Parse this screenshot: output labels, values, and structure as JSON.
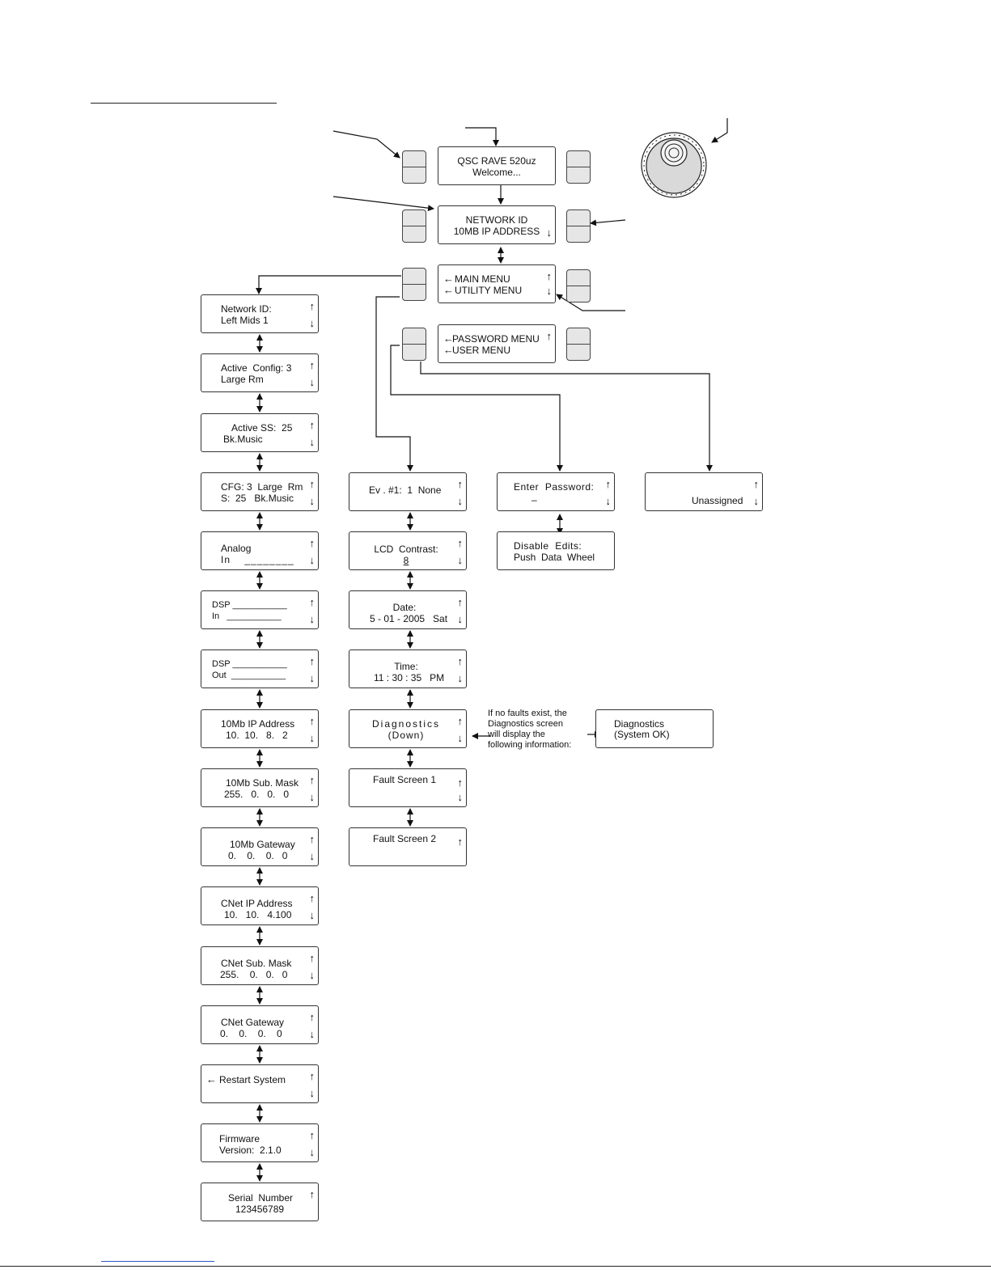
{
  "top": {
    "welcome": {
      "line1": "QSC RAVE 520uz",
      "line2": "Welcome..."
    },
    "network": {
      "line1": "NETWORK ID",
      "line2": "10MB IP ADDRESS",
      "down": "↓"
    },
    "menu": {
      "line1": "MAIN MENU",
      "line2": "UTILITY MENU",
      "up": "↑",
      "down": "↓"
    },
    "password_menu": {
      "line1": "PASSWORD MENU",
      "line2": "USER MENU",
      "up": "↑"
    }
  },
  "left_column": [
    {
      "line1": "Network ID:",
      "line2": "Left Mids 1"
    },
    {
      "line1": "Active  Config: 3",
      "line2": "Large Rm"
    },
    {
      "line1": "Active SS:  25",
      "line2": "Bk.Music"
    },
    {
      "line1": "CFG: 3  Large  Rm",
      "line2": "S:  25   Bk.Music"
    },
    {
      "line1": "Analog",
      "line2": "In    ________"
    },
    {
      "line1": "DSP ___________",
      "line2": "In   ___________"
    },
    {
      "line1": "DSP ___________",
      "line2": "Out  ___________"
    },
    {
      "line1": "10Mb IP Address",
      "line2": "10.  10.   8.   2"
    },
    {
      "line1": "10Mb Sub. Mask",
      "line2": "255.   0.   0.   0"
    },
    {
      "line1": "10Mb Gateway",
      "line2": "0.    0.    0.   0"
    },
    {
      "line1": "CNet IP Address",
      "line2": "10.   10.   4.100"
    },
    {
      "line1": "CNet Sub. Mask",
      "line2": "255.    0.   0.   0"
    },
    {
      "line1": "CNet Gateway",
      "line2": "0.    0.    0.    0"
    },
    {
      "line1": "Restart System",
      "line2": ""
    },
    {
      "line1": "Firmware",
      "line2": "Version:  2.1.0"
    },
    {
      "line1": "Serial  Number",
      "line2": "123456789"
    }
  ],
  "middle_column": [
    {
      "line1": "Ev . #1:  1  None",
      "line2": ""
    },
    {
      "line1": "LCD  Contrast:",
      "line2": "8"
    },
    {
      "line1": "Date:",
      "line2": "5 - 01 - 2005   Sat"
    },
    {
      "line1": "Time:",
      "line2": "11 : 30 : 35   PM"
    },
    {
      "line1": "Diagnostics",
      "line2": "(Down)"
    },
    {
      "line1": "Fault Screen 1",
      "line2": ""
    },
    {
      "line1": "Fault Screen 2",
      "line2": ""
    }
  ],
  "password": {
    "enter": {
      "line1": "Enter  Password:",
      "line2": "–"
    },
    "disable": {
      "line1": "Disable  Edits:",
      "line2": "Push  Data  Wheel"
    }
  },
  "user": {
    "line2": "Unassigned"
  },
  "diagnostics_note": "If no faults exist, the\nDiagnostics screen\nwill display the\nfollowing information:",
  "diagnostics_ok": {
    "line1": "Diagnostics",
    "line2": "(System OK)"
  },
  "glyphs": {
    "up": "↑",
    "down": "↓",
    "left": "←"
  }
}
